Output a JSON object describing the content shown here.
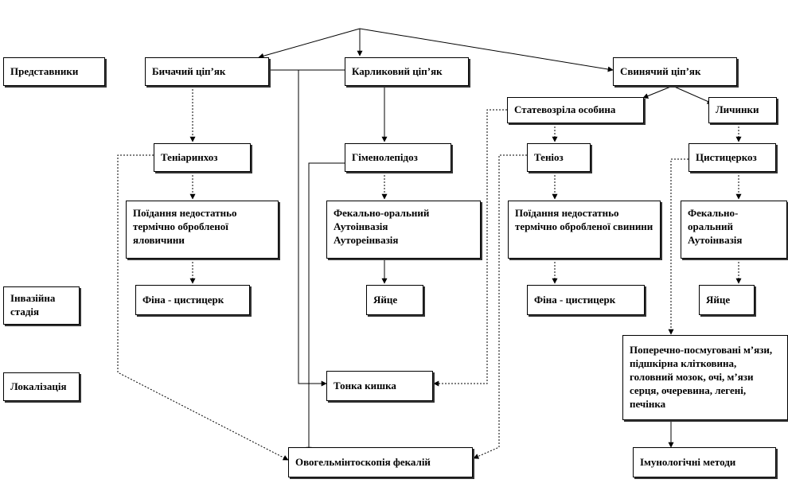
{
  "row_labels": {
    "representatives": "Представники",
    "invasive_stage": "Інвазійна стадія",
    "localization": "Локалізація"
  },
  "species": {
    "bovine": "Бичачий ціп’як",
    "dwarf": "Карликовий ціп’як",
    "pork": "Свинячий ціп’як"
  },
  "forms": {
    "adult": "Статевозріла особина",
    "larvae": "Личинки"
  },
  "diseases": {
    "teniarinhoz": "Теніаринхоз",
    "gymenolepidoz": "Гіменолепідоз",
    "tenioz": "Теніоз",
    "cysticercosis": "Цистицеркоз"
  },
  "transmission": {
    "bovine": "Поїдання недостатньо термічно обробленої яловичини",
    "dwarf": "Фекально-оральний\nАутоінвазія\nАутореінвазія",
    "pork": "Поїдання недостатньо термічно обробленої свинини",
    "cyst": "Фекально-\nоральний\nАутоінвазія"
  },
  "stages": {
    "bovine": "Фіна - цистицерк",
    "dwarf": "Яйце",
    "pork": "Фіна - цистицерк",
    "cyst": "Яйце"
  },
  "localization": {
    "intestine": "Тонка кишка",
    "tissues": "Поперечно-посмуговані м’язи, підшкірна клітковина, головний мозок, очі, м’язи серця, очеревина, легені, печінка"
  },
  "diagnostics": {
    "ovo": "Овогельмінтоскопія фекалій",
    "immuno": "Імунологічні методи"
  }
}
